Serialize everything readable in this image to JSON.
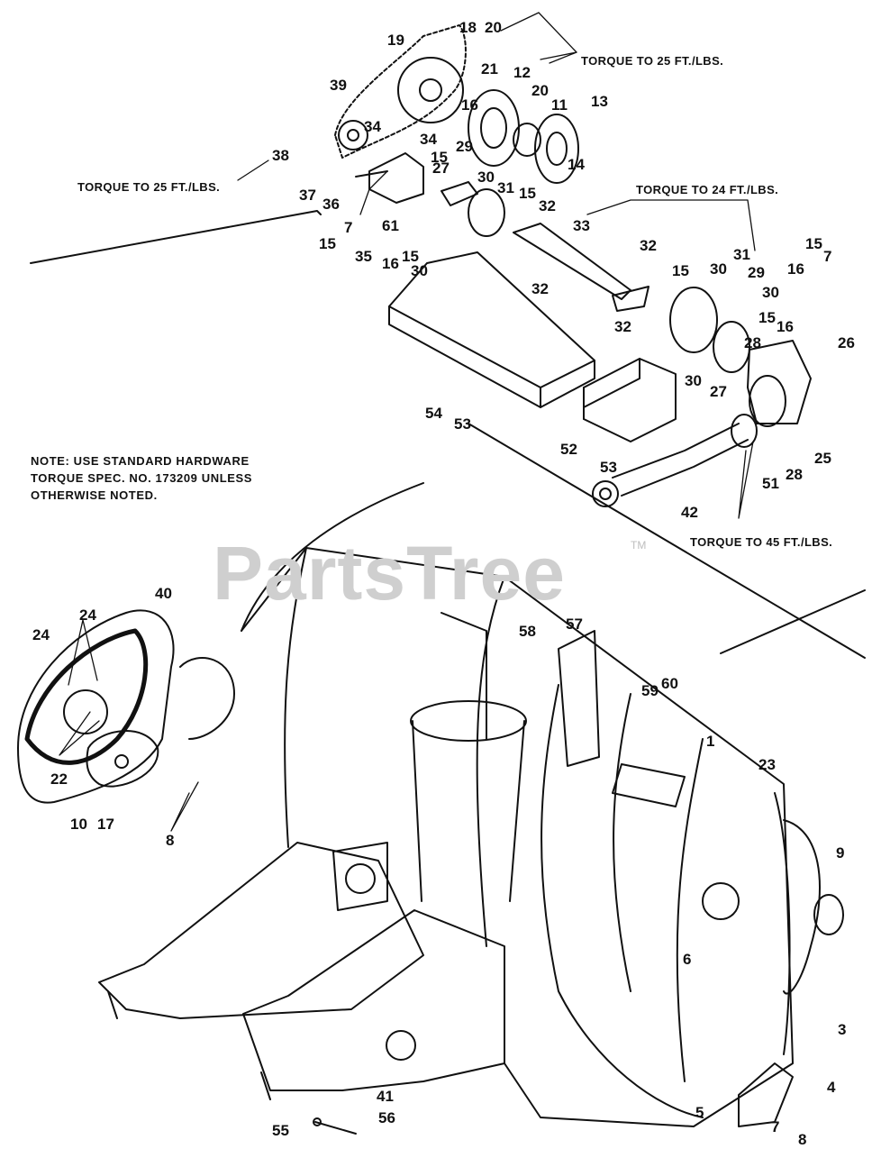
{
  "watermark": {
    "text": "PartsTree",
    "tm": "TM"
  },
  "note": {
    "line1": "NOTE: USE STANDARD HARDWARE",
    "line2": "TORQUE SPEC. NO. 173209 UNLESS",
    "line3": "OTHERWISE NOTED."
  },
  "torque_labels": [
    "TORQUE TO 25 FT./LBS.",
    "TORQUE TO  25 FT./LBS.",
    "TORQUE TO  24 FT./LBS.",
    "TORQUE TO 45 FT./LBS."
  ],
  "part_numbers": [
    "19",
    "18",
    "20",
    "21",
    "12",
    "20",
    "11",
    "13",
    "39",
    "16",
    "15",
    "29",
    "34",
    "34",
    "38",
    "14",
    "37",
    "36",
    "27",
    "30",
    "31",
    "15",
    "32",
    "33",
    "7",
    "15",
    "35",
    "61",
    "16",
    "15",
    "30",
    "32",
    "15",
    "30",
    "31",
    "29",
    "30",
    "15",
    "16",
    "15",
    "7",
    "32",
    "32",
    "28",
    "16",
    "26",
    "30",
    "27",
    "28",
    "54",
    "53",
    "52",
    "53",
    "25",
    "51",
    "42",
    "40",
    "24",
    "24",
    "22",
    "10",
    "17",
    "8",
    "58",
    "57",
    "59",
    "60",
    "1",
    "23",
    "9",
    "6",
    "3",
    "4",
    "5",
    "7",
    "8",
    "41",
    "56",
    "55"
  ]
}
